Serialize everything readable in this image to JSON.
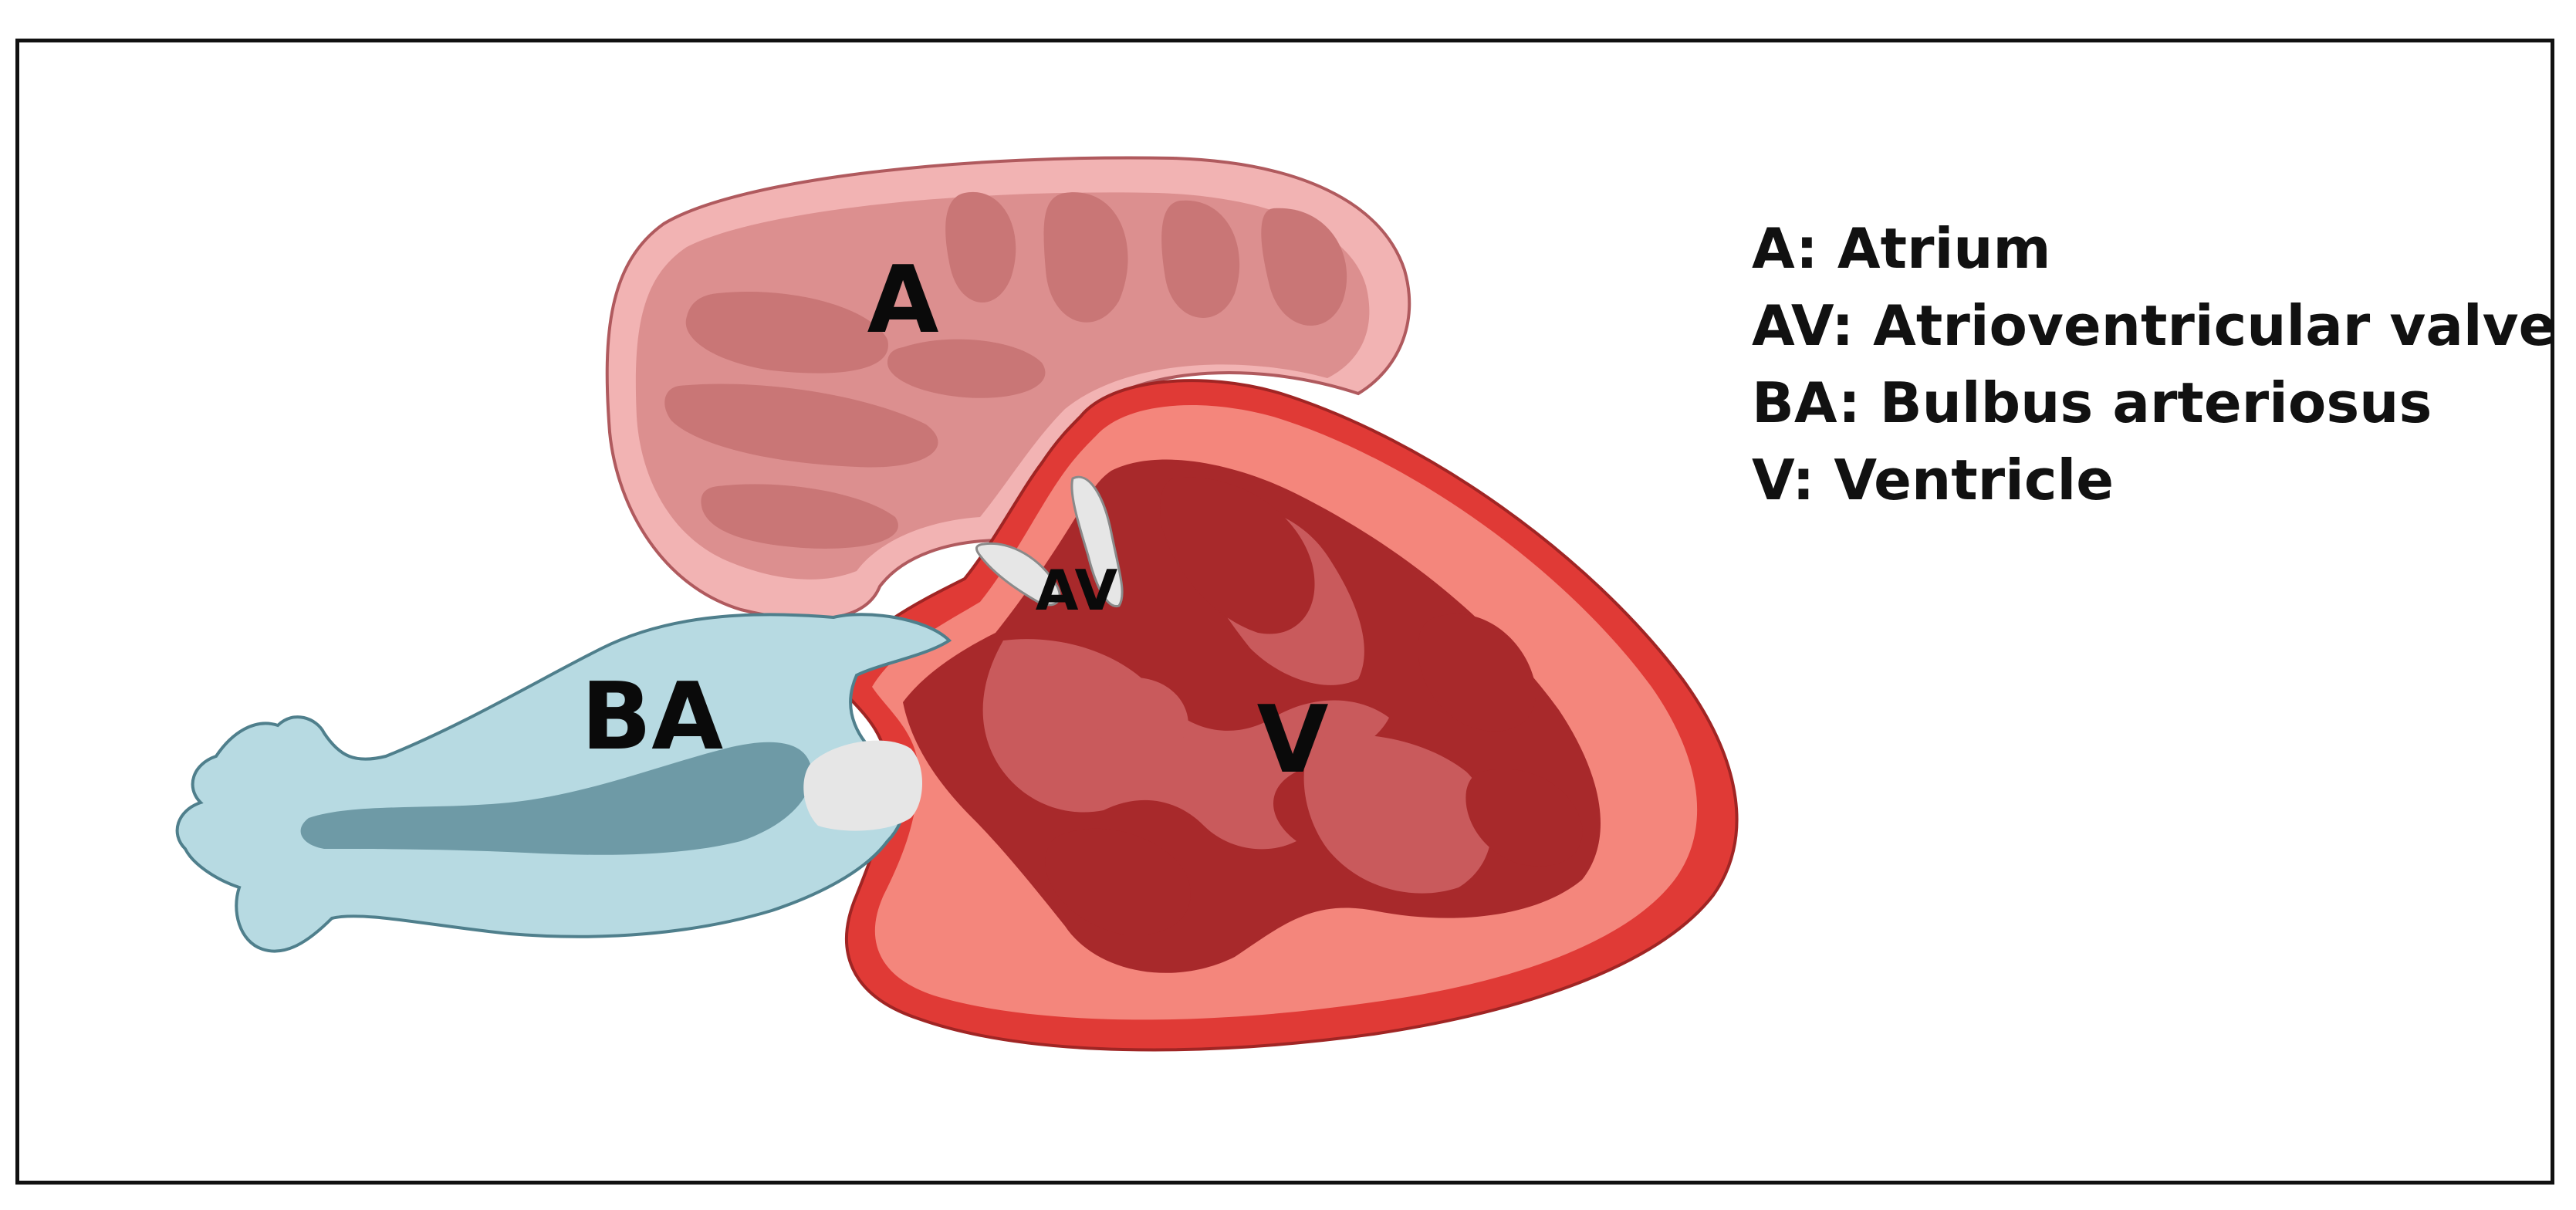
{
  "labels": {
    "atrium": "A",
    "av_valve": "AV",
    "bulbus": "BA",
    "ventricle": "V"
  },
  "legend": [
    "A: Atrium",
    "AV: Atrioventricular valve",
    "BA: Bulbus arteriosus",
    "V: Ventricle"
  ],
  "colors": {
    "atrium_outer": "#f2b3b3",
    "atrium_inner": "#dc8f8f",
    "atrium_lobe": "#c97676",
    "ventricle_wall": "#e03a36",
    "ventricle_muscle": "#f4867c",
    "ventricle_cavity": "#a8292b",
    "ventricle_trabecula": "#c95a5c",
    "bulbus_outer": "#b7dae2",
    "bulbus_inner": "#6e9aa6",
    "valve": "#e6e6e6"
  }
}
